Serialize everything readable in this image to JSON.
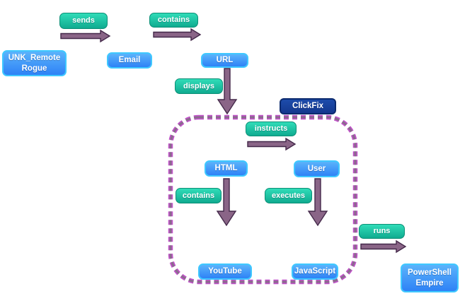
{
  "diagram_type": "attack-flow-diagram",
  "group": {
    "label": "ClickFix"
  },
  "nodes": {
    "unk_remote_rogue": "UNK_Remote Rogue",
    "email": "Email",
    "url": "URL",
    "html": "HTML",
    "user": "User",
    "youtube": "YouTube",
    "javascript": "JavaScript",
    "powershell_empire": "PowerShell Empire"
  },
  "edges": {
    "sends": "sends",
    "contains_email_url": "contains",
    "displays": "displays",
    "instructs": "instructs",
    "contains_html_youtube": "contains",
    "executes": "executes",
    "runs": "runs"
  },
  "colors": {
    "background": "#ffffff",
    "entity_fill_top": "#5bb3fb",
    "entity_fill_bottom": "#2e82f6",
    "entity_border": "#3fc8ff",
    "action_fill_top": "#30dcb8",
    "action_fill_bottom": "#10ab90",
    "action_border": "#0c8f76",
    "group_fill": "#14388f",
    "group_border": "#0b2a6e",
    "arrow_fill": "#8a6587",
    "arrow_outline": "#44294a",
    "dash_core": "#8a6a8d",
    "dash_halo": "#c054c8"
  }
}
